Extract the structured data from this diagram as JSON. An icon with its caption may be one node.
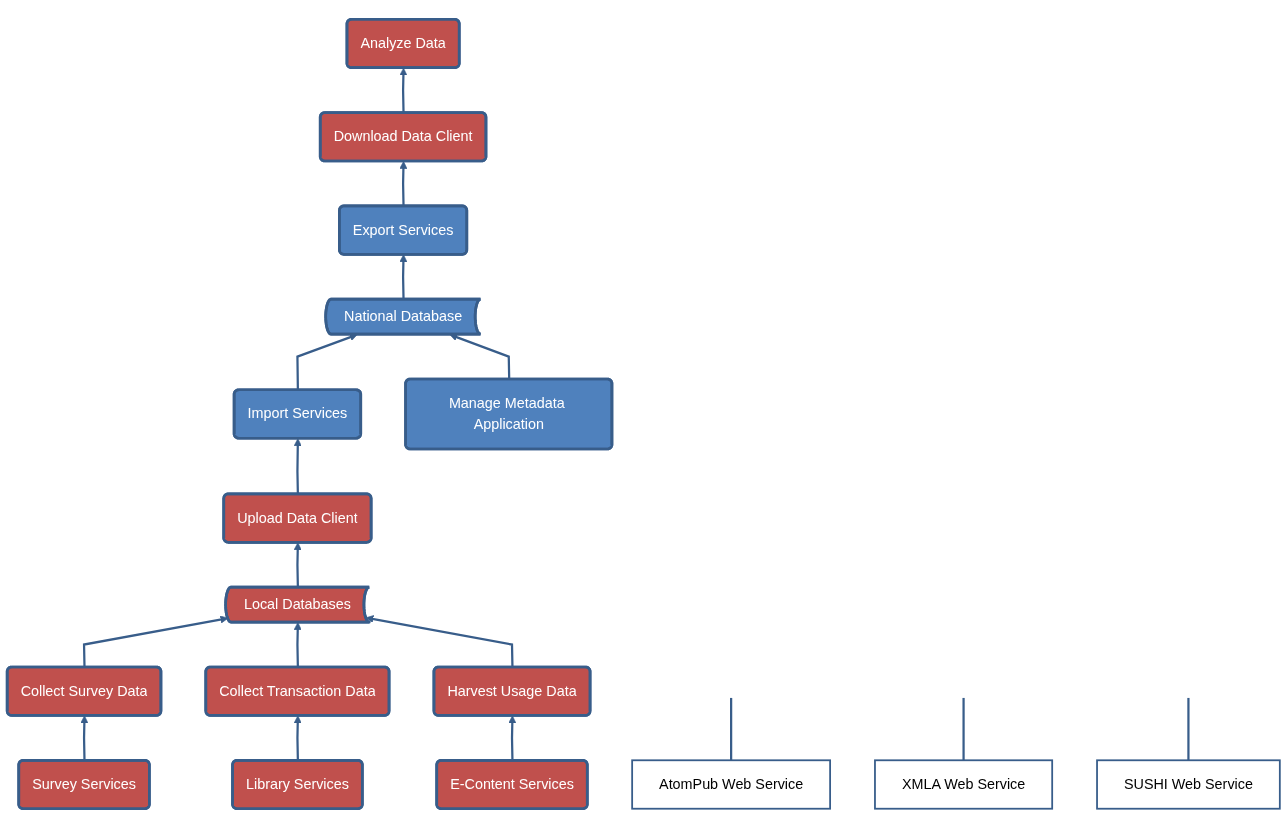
{
  "diagram": {
    "nodes": [
      {
        "text": [
          "Import Services"
        ]
      },
      {
        "text": [
          "National Database"
        ]
      },
      {
        "text": [
          "Export Services"
        ]
      },
      {
        "text": [
          "AtomPub Web Service"
        ]
      },
      {
        "text": [
          "Upload Data Client"
        ]
      },
      {
        "text": [
          "Manage Metadata Application"
        ]
      },
      {
        "text": [
          "Download Data Client"
        ]
      },
      {
        "text": [
          "Local Databases"
        ]
      },
      {
        "text": [
          "XMLA Web Service"
        ]
      },
      {
        "text": [
          "Collect Survey Data"
        ]
      },
      {
        "text": [
          "Collect Transaction Data"
        ]
      },
      {
        "text": [
          "Harvest Usage Data"
        ]
      },
      {
        "text": [
          "SUSHI Web Service"
        ]
      },
      {
        "text": [
          "Survey Services"
        ]
      },
      {
        "text": [
          "Library Services"
        ]
      },
      {
        "text": [
          "E-Content Services"
        ]
      },
      {
        "text": [
          "Analyze Data"
        ]
      }
    ],
    "edges": [
      {
        "from": 0,
        "to": 1,
        "arrow": "to"
      },
      {
        "from": 1,
        "to": 2,
        "arrow": "to"
      },
      {
        "from": 3,
        "to": null,
        "arrow": "none"
      },
      {
        "from": 4,
        "to": 0,
        "arrow": "to"
      },
      {
        "from": 5,
        "to": 1,
        "arrow": "to"
      },
      {
        "from": 2,
        "to": 6,
        "arrow": "to"
      },
      {
        "from": 8,
        "to": null,
        "arrow": "none"
      },
      {
        "from": 7,
        "to": 4,
        "arrow": "to"
      },
      {
        "from": 9,
        "to": 7,
        "arrow": "to"
      },
      {
        "from": 10,
        "to": 7,
        "arrow": "to"
      },
      {
        "from": 11,
        "to": 7,
        "arrow": "to"
      },
      {
        "from": 12,
        "to": null,
        "arrow": "none"
      },
      {
        "from": 13,
        "to": 9,
        "arrow": "to"
      },
      {
        "from": 14,
        "to": 10,
        "arrow": "to"
      },
      {
        "from": 15,
        "to": 11,
        "arrow": "to"
      },
      {
        "from": 6,
        "to": 16,
        "arrow": "to"
      }
    ]
  }
}
